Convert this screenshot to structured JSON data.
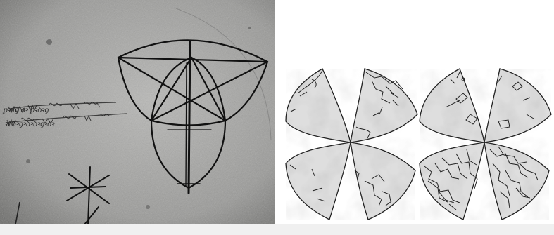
{
  "colors": {
    "parchment": "#9a9a98",
    "ink": "#1a1a1a",
    "globe_fill": "#dcdcdc",
    "globe_outline": "#222222",
    "bottom_strip": "#f0f0f0"
  },
  "left_panel": {
    "handwriting_line_1": "ꝑꝛnꝯ ꝺꝛ ꝑꝛꝺꝛꝯ",
    "handwriting_line_2": "ꝛꝺꝺꝛꝯꝛꝺꝛꝺꝛꝯꝛꝺꝛ"
  },
  "right_panel": {
    "left_globe_icon": "octant-globe-western",
    "right_globe_icon": "octant-globe-eastern"
  }
}
